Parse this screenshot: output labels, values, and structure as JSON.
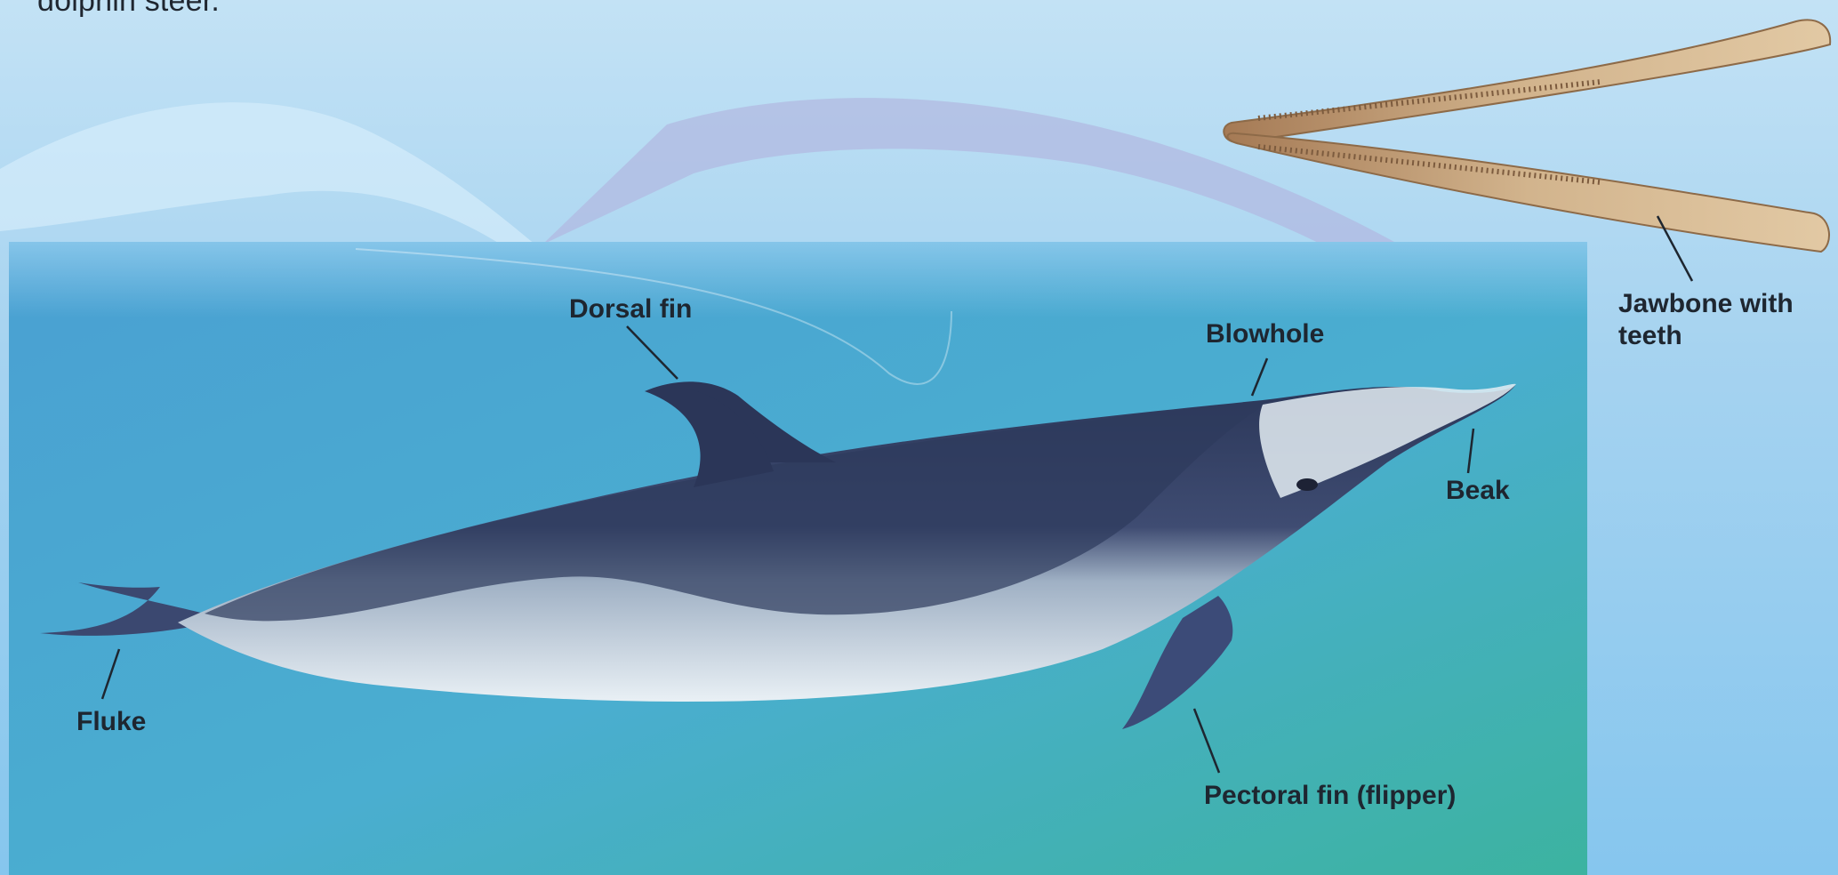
{
  "caption": "dolphin steer.",
  "labels": {
    "dorsal_fin": "Dorsal fin",
    "blowhole": "Blowhole",
    "beak": "Beak",
    "fluke": "Fluke",
    "pectoral_fin": "Pectoral fin (flipper)",
    "jawbone": "Jawbone with teeth"
  },
  "colors": {
    "water_top": "#4ea1d3",
    "water_bottom": "#3fb0a6",
    "dolphin_back": "#2f3b5e",
    "dolphin_belly": "#e6eef4",
    "bone": "#c9a77c",
    "label_text": "#1e2630"
  }
}
